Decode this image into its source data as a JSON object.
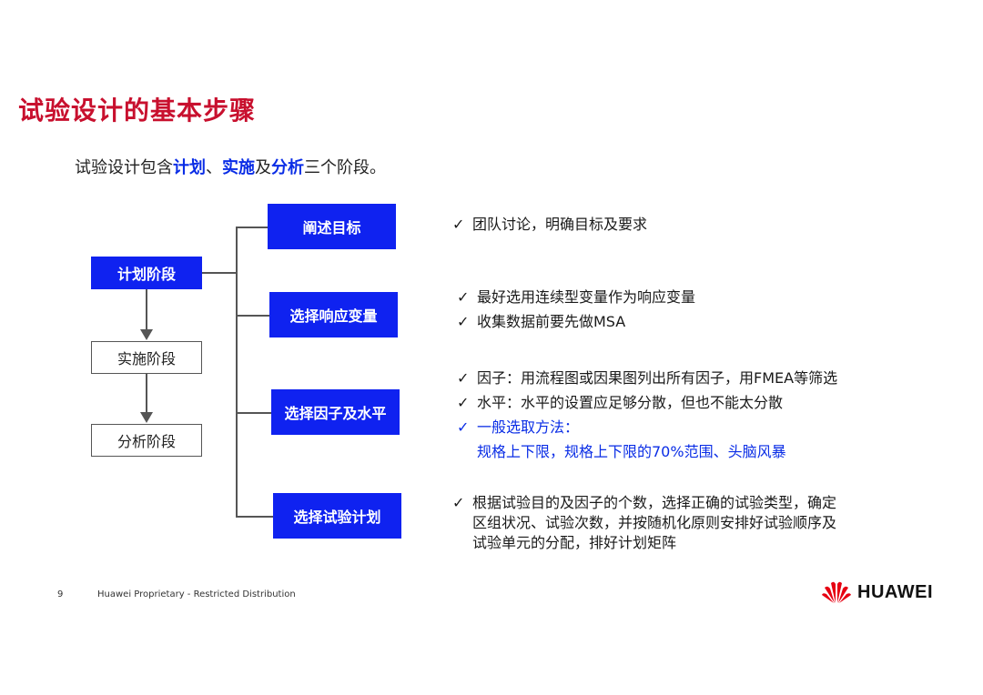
{
  "title": "试验设计的基本步骤",
  "intro": {
    "prefix": "试验设计包含",
    "plan": "计划",
    "sep": "、",
    "implement": "实施",
    "and": "及",
    "analyze": "分析",
    "suffix": "三个阶段。"
  },
  "phases": {
    "plan": "计划阶段",
    "implement": "实施阶段",
    "analyze": "分析阶段"
  },
  "steps": [
    {
      "label": "阐述目标"
    },
    {
      "label": "选择响应变量"
    },
    {
      "label": "选择因子及水平"
    },
    {
      "label": "选择试验计划"
    }
  ],
  "notes": {
    "goal": [
      "团队讨论，明确目标及要求"
    ],
    "response": [
      "最好选用连续型变量作为响应变量",
      "收集数据前要先做MSA"
    ],
    "factor": [
      "因子：用流程图或因果图列出所有因子，用FMEA等筛选",
      "水平：水平的设置应足够分散，但也不能太分散",
      "一般选取方法：",
      "规格上下限，规格上下限的70%范围、头脑风暴"
    ],
    "plan_lines": [
      "根据试验目的及因子的个数，选择正确的试验类型，确定",
      "区组状况、试验次数，并按随机化原则安排好试验顺序及",
      "试验单元的分配，排好计划矩阵"
    ]
  },
  "check": "✓",
  "footer": {
    "page": "9",
    "text": "Huawei Proprietary - Restricted Distribution",
    "logo": "HUAWEI"
  },
  "colors": {
    "title": "#c8102e",
    "accent_blue": "#0f22f0",
    "highlight_text": "#0a2de6"
  }
}
